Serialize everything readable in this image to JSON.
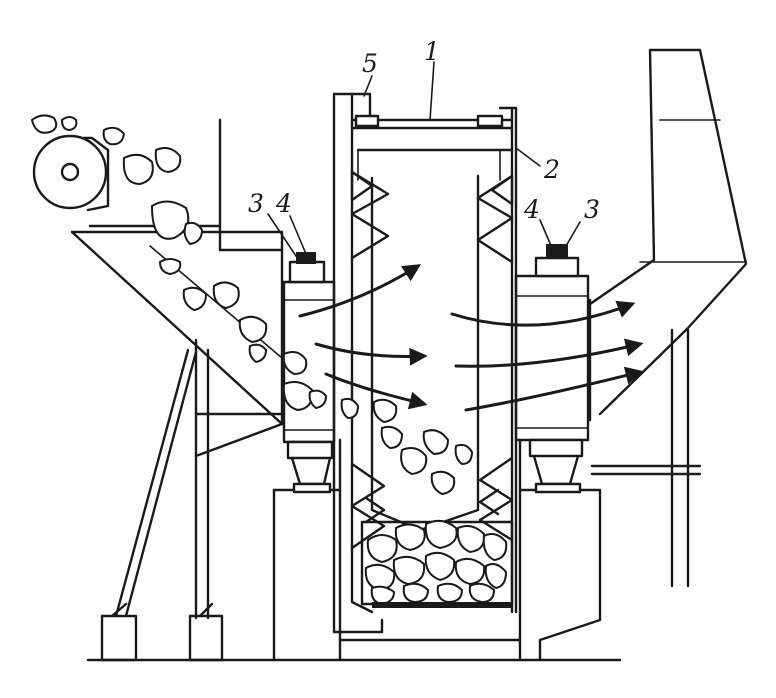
{
  "labels": {
    "l1": "1",
    "l2": "2",
    "l3_left": "3",
    "l4_left": "4",
    "l4_right": "4",
    "l3_right": "3",
    "l5": "5"
  }
}
